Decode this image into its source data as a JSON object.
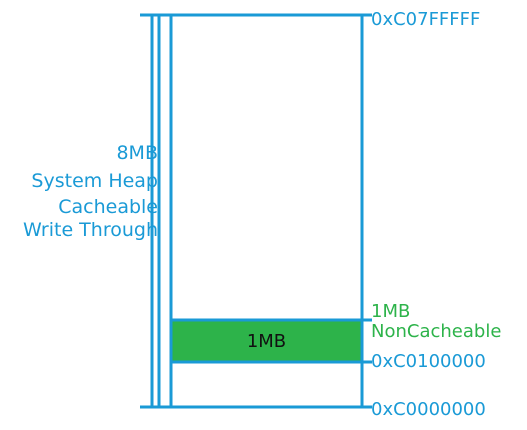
{
  "size_label": "8MB",
  "region_name": "System Heap",
  "cache_mode": "Cacheable",
  "write_policy": "Write Through",
  "top_address": "0xC07FFFFF",
  "block_size": "1MB",
  "block_inner_label": "1MB",
  "block_attribute": "NonCacheable",
  "block_start_address": "0xC0100000",
  "base_address": "0xC0000000",
  "colors": {
    "outline": "#1a9ad6",
    "block_fill": "#2db34a",
    "block_label": "#2db34a",
    "text_blue": "#1a9ad6"
  }
}
